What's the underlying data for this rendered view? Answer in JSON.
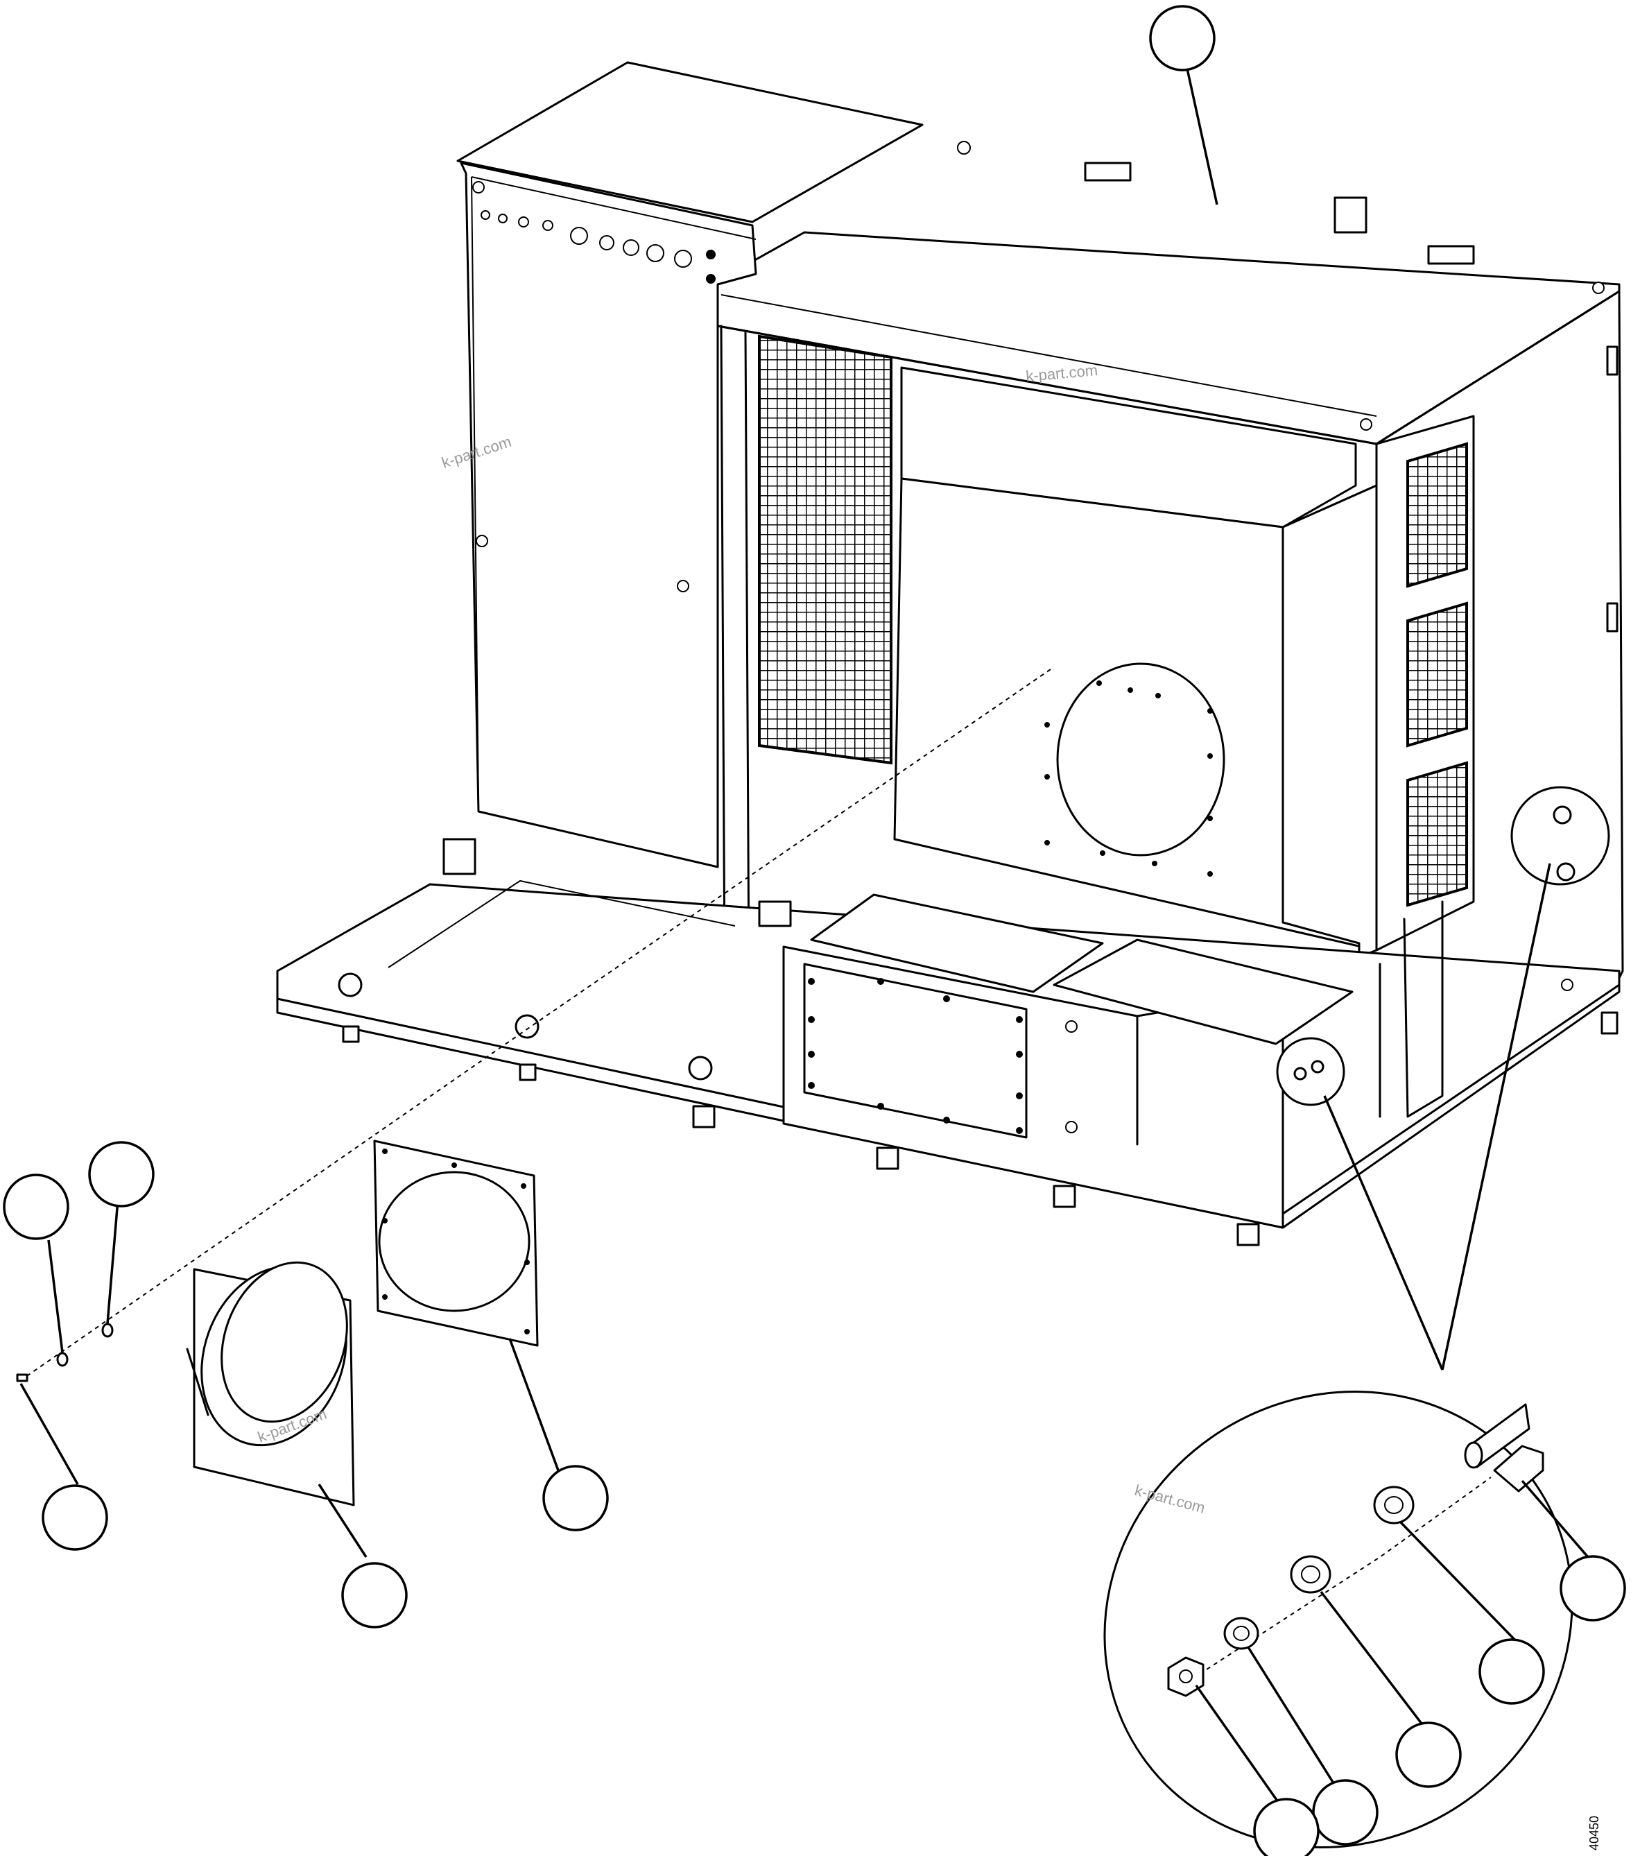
{
  "watermarks": {
    "w1": "k-part.com",
    "w2": "k-part.com",
    "w3": "k-part.com",
    "w4": "k-part.com"
  },
  "document_number": "40450"
}
